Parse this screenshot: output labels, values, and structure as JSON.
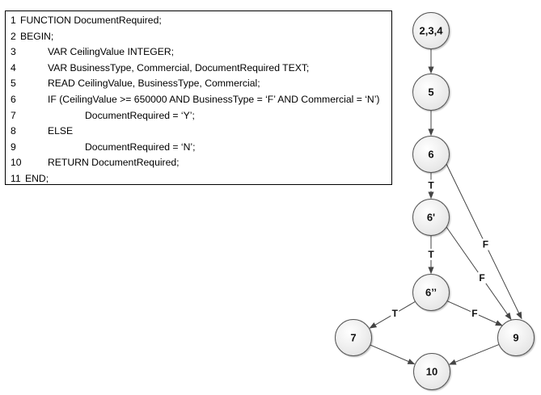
{
  "code": {
    "lines": [
      {
        "num": "1",
        "text": "FUNCTION DocumentRequired;",
        "indent": 0
      },
      {
        "num": "2",
        "text": "BEGIN;",
        "indent": 0
      },
      {
        "num": "3",
        "text": "VAR CeilingValue INTEGER;",
        "indent": 1
      },
      {
        "num": "4",
        "text": "VAR BusinessType, Commercial, DocumentRequired TEXT;",
        "indent": 1
      },
      {
        "num": "5",
        "text": "READ CeilingValue, BusinessType, Commercial;",
        "indent": 1
      },
      {
        "num": "6",
        "text": "IF (CeilingValue >= 650000 AND BusinessType = ‘F’ AND Commercial = ‘N’)",
        "indent": 1
      },
      {
        "num": "7",
        "text": "DocumentRequired = ‘Y’;",
        "indent": 2
      },
      {
        "num": "8",
        "text": "ELSE",
        "indent": 1
      },
      {
        "num": "9",
        "text": "DocumentRequired = ‘N’;",
        "indent": 2
      },
      {
        "num": "10",
        "text": "RETURN DocumentRequired;",
        "indent": 1
      },
      {
        "num": "11",
        "text": "END;",
        "indent": 0
      }
    ]
  },
  "graph": {
    "colors": {
      "node_fill_top": "#ffffff",
      "node_fill_bottom": "#e6e6e6",
      "edge": "#444444"
    },
    "nodes": [
      {
        "id": "n234",
        "label": "2,3,4"
      },
      {
        "id": "n5",
        "label": "5"
      },
      {
        "id": "n6",
        "label": "6"
      },
      {
        "id": "n6a",
        "label": "6'"
      },
      {
        "id": "n6b",
        "label": "6’’"
      },
      {
        "id": "n7",
        "label": "7"
      },
      {
        "id": "n9",
        "label": "9"
      },
      {
        "id": "n10",
        "label": "10"
      }
    ],
    "edges": [
      {
        "from": "n234",
        "to": "n5",
        "label": ""
      },
      {
        "from": "n5",
        "to": "n6",
        "label": ""
      },
      {
        "from": "n6",
        "to": "n6a",
        "label": "T"
      },
      {
        "from": "n6",
        "to": "n9",
        "label": "F"
      },
      {
        "from": "n6a",
        "to": "n6b",
        "label": "T"
      },
      {
        "from": "n6a",
        "to": "n9",
        "label": "F"
      },
      {
        "from": "n6b",
        "to": "n7",
        "label": "T"
      },
      {
        "from": "n6b",
        "to": "n9",
        "label": "F"
      },
      {
        "from": "n7",
        "to": "n10",
        "label": ""
      },
      {
        "from": "n9",
        "to": "n10",
        "label": ""
      }
    ]
  }
}
